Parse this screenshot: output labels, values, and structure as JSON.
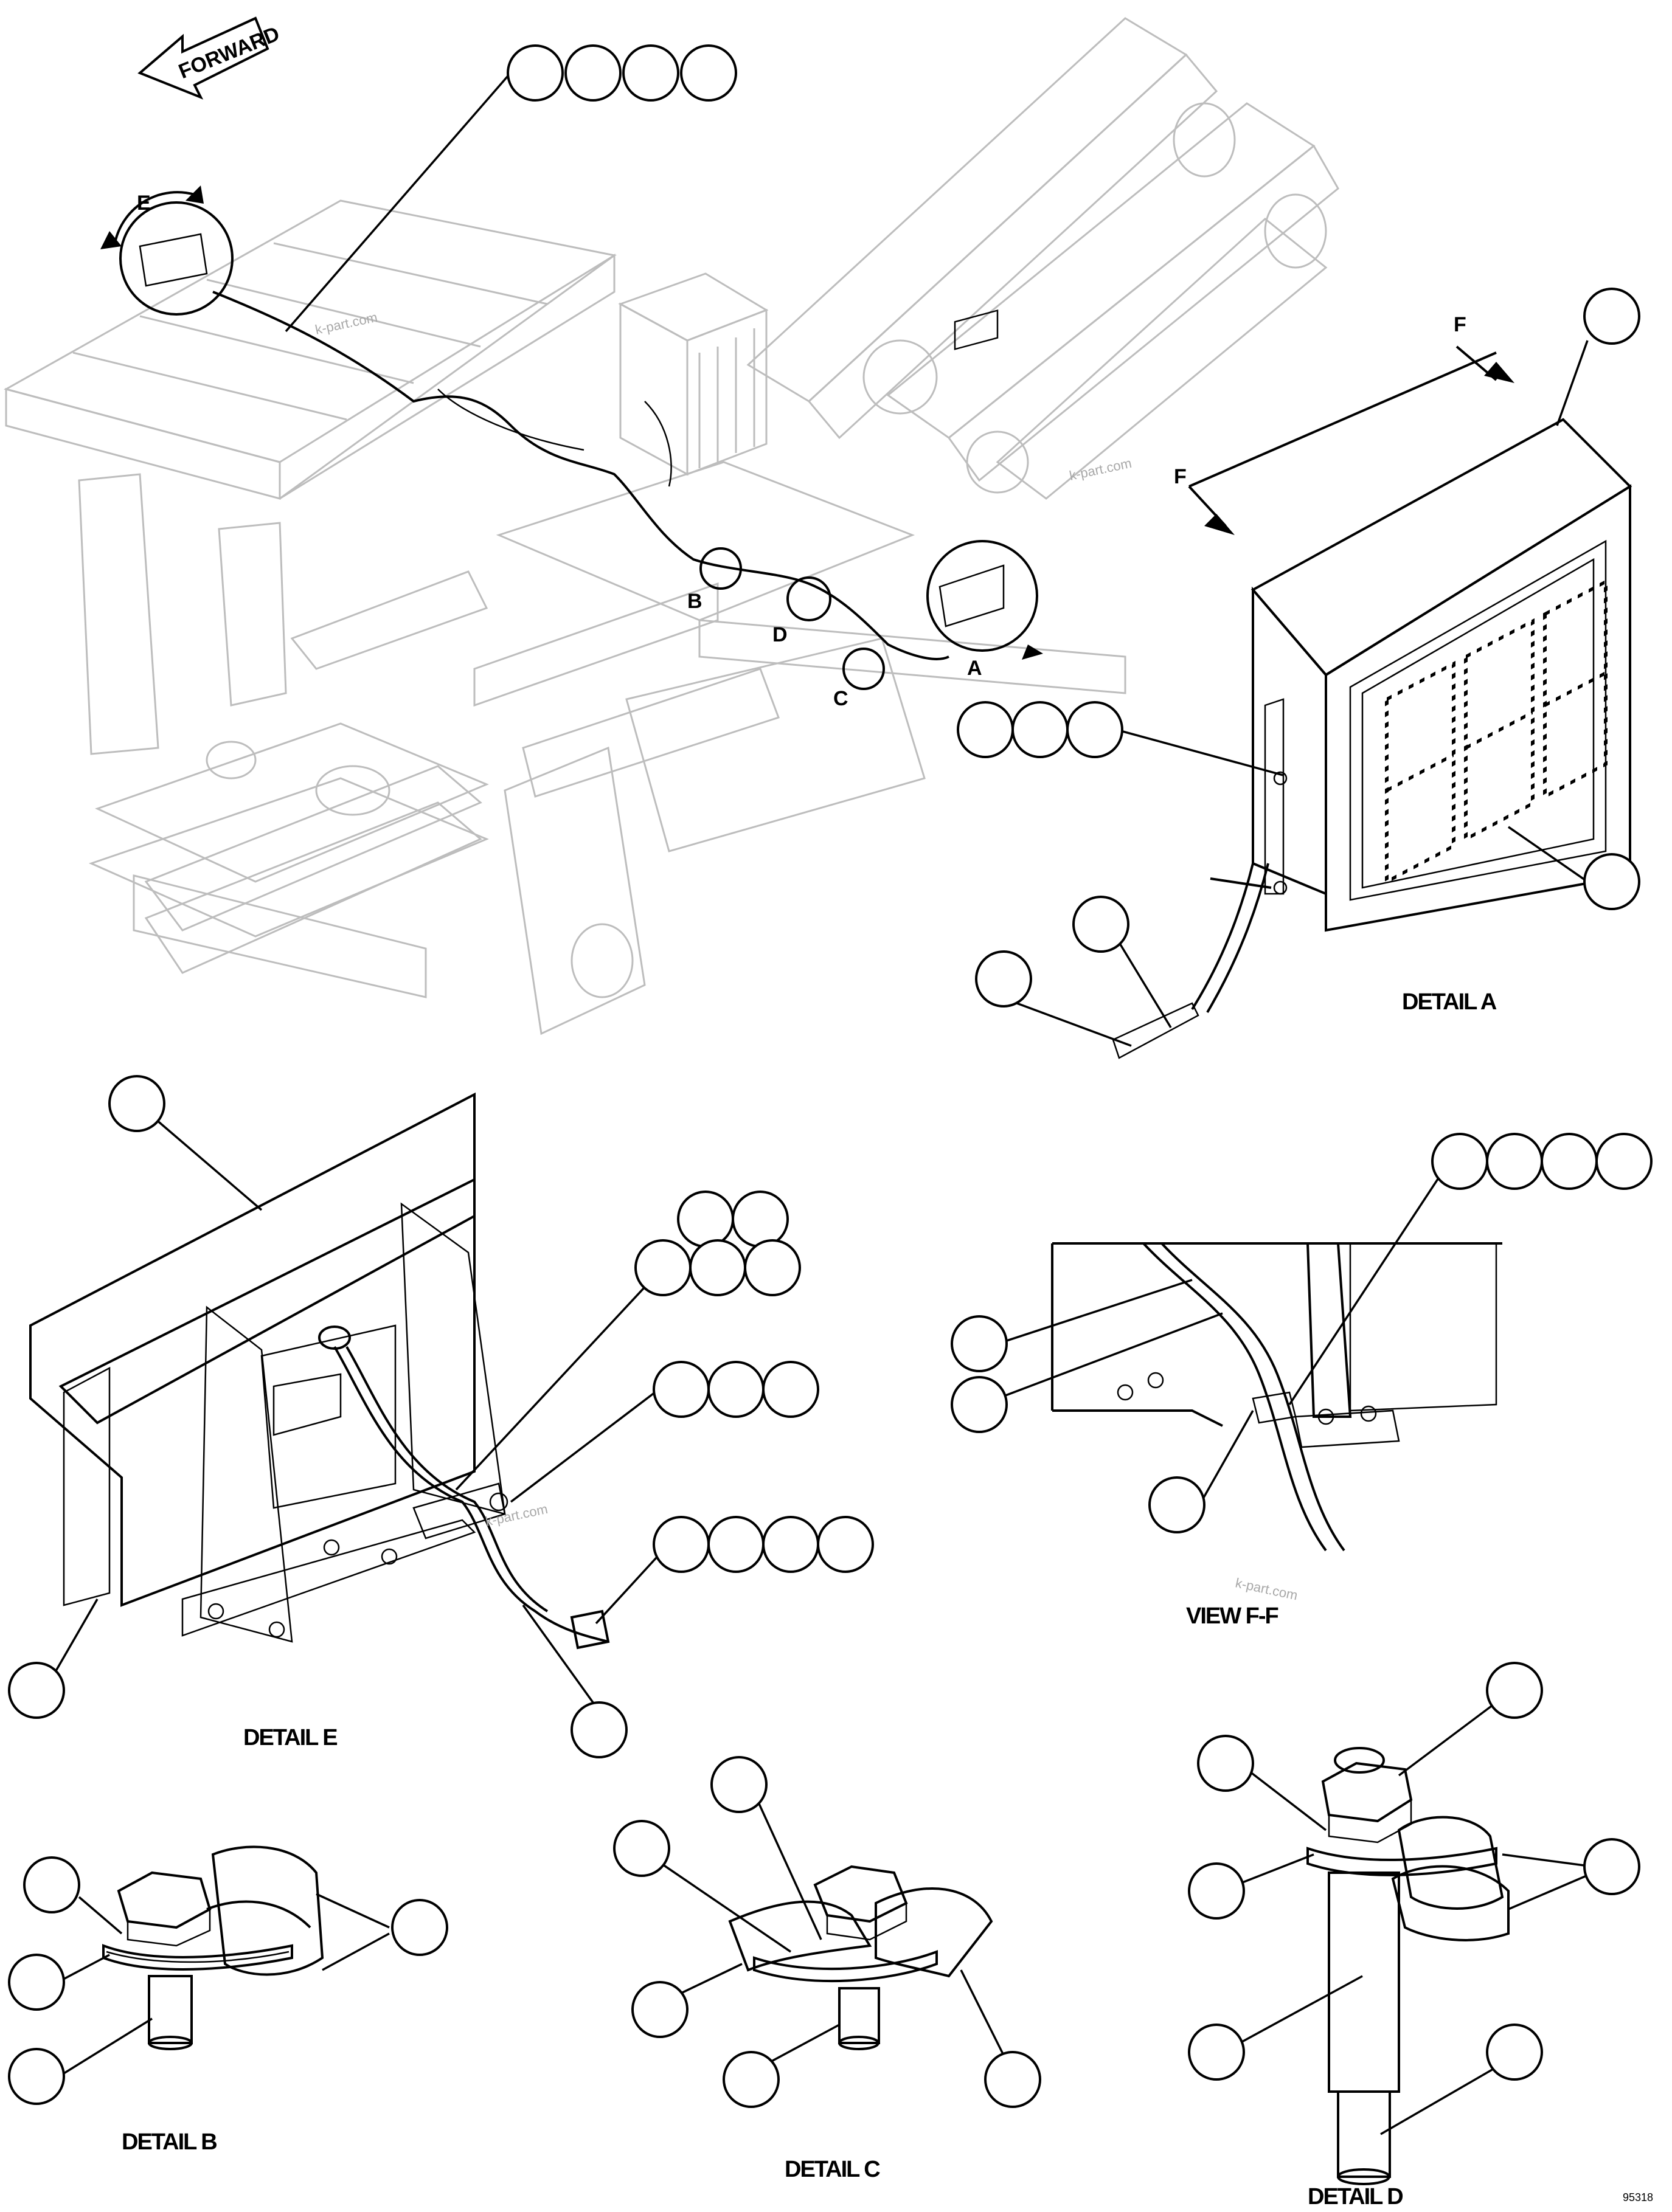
{
  "labels": {
    "forward": "FORWARD",
    "detail_callouts": [
      "A",
      "B",
      "C",
      "D",
      "E"
    ],
    "view_arrow": "F"
  },
  "titles": {
    "detail_a": "DETAIL A",
    "detail_b": "DETAIL B",
    "detail_c": "DETAIL C",
    "detail_d": "DETAIL D",
    "detail_e": "DETAIL E",
    "view_ff": "VIEW F-F"
  },
  "display_digits": "888",
  "watermark": "k-part.com",
  "figure_number": "95318"
}
